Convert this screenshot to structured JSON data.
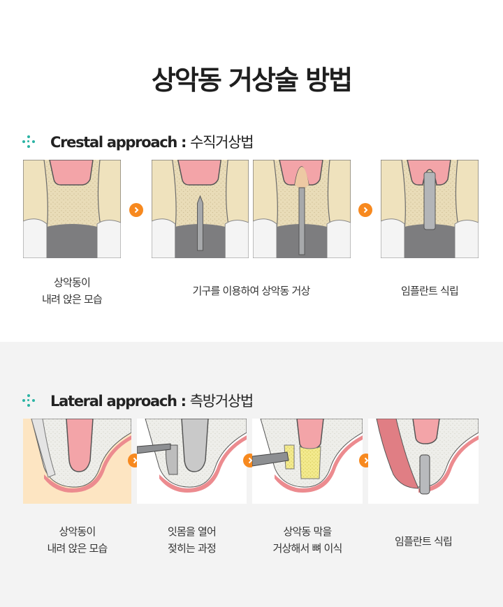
{
  "page_title": "상악동 거상술 방법",
  "colors": {
    "accent_teal": "#2bb3a3",
    "arrow_orange": "#f7891f",
    "band_gray": "#f3f3f3"
  },
  "crestal": {
    "heading_en": "Crestal approach : ",
    "heading_ko": "수직거상법",
    "steps": [
      {
        "image": "sinus-lowered-illustration",
        "caption": "상악동이\n내려 앉은 모습"
      },
      {
        "image": "drill-illustration",
        "caption": ""
      },
      {
        "image": "osteotome-lift-illustration",
        "caption": ""
      },
      {
        "image": "implant-placed-illustration",
        "caption": "임플란트 식립"
      }
    ],
    "middle_caption": "기구를 이용하여 상악동 거상",
    "arrow_icon": "chevron-right-circle"
  },
  "lateral": {
    "heading_en": "Lateral approach : ",
    "heading_ko": "측방거상법",
    "steps": [
      {
        "image": "sinus-lowered-illustration",
        "caption": "상악동이\n내려 앉은 모습"
      },
      {
        "image": "gum-flap-open-illustration",
        "caption": "잇몸을 열어\n젖히는 과정"
      },
      {
        "image": "bone-graft-illustration",
        "caption": "상악동 막을\n거상해서 뼈 이식"
      },
      {
        "image": "implant-placed-illustration",
        "caption": "임플란트 식립"
      }
    ],
    "arrow_icon": "chevron-right-circle"
  }
}
